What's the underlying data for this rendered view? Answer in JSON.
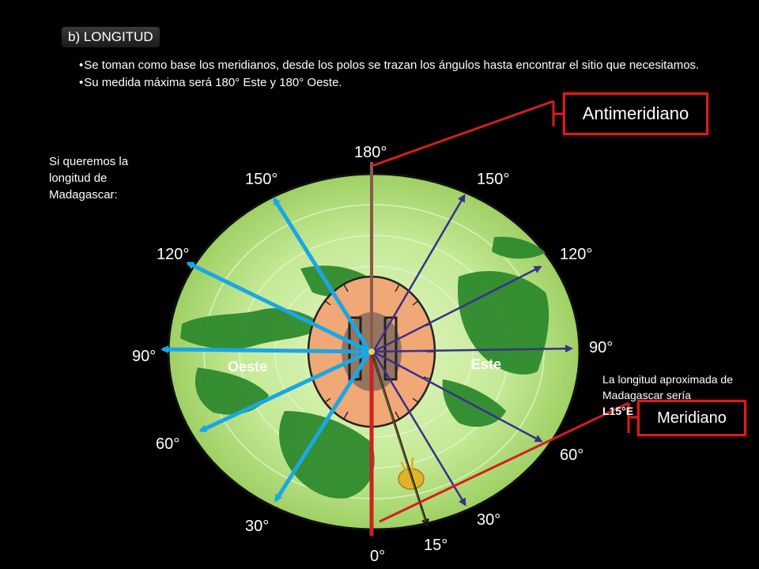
{
  "header": {
    "title": "b) LONGITUD",
    "bullets": [
      "Se toman como base los meridianos, desde los polos se trazan los ángulos hasta encontrar el sitio que necesitamos.",
      "Su medida máxima será 180° Este y 180° Oeste."
    ]
  },
  "side_note": "Si queremos la longitud de Madagascar:",
  "answer_note": {
    "line1": "La longitud aproximada de Madagascar sería",
    "line2": "L15°E"
  },
  "callouts": {
    "antimeridiano": "Antimeridiano",
    "meridiano": "Meridiano"
  },
  "directions": {
    "west": "Oeste",
    "east": "Este"
  },
  "degree_labels": {
    "top": "180°",
    "left_150": "150°",
    "right_150": "150°",
    "left_120": "120°",
    "right_120": "120°",
    "left_90": "90°",
    "right_90": "90°",
    "left_60": "60°",
    "right_60": "60°",
    "left_30": "30°",
    "right_30": "30°",
    "right_15": "15°",
    "bottom": "0°"
  },
  "colors": {
    "globe": "#b5e07a",
    "land": "#2e8a2e",
    "west_arrows": "#19a7e6",
    "east_arrows": "#3a2f8a",
    "meridian": "#cc2222",
    "protractor": "#f0a877",
    "madagascar_arrow": "#1a1a1a",
    "madagascar_mark": "#e0b32a"
  }
}
